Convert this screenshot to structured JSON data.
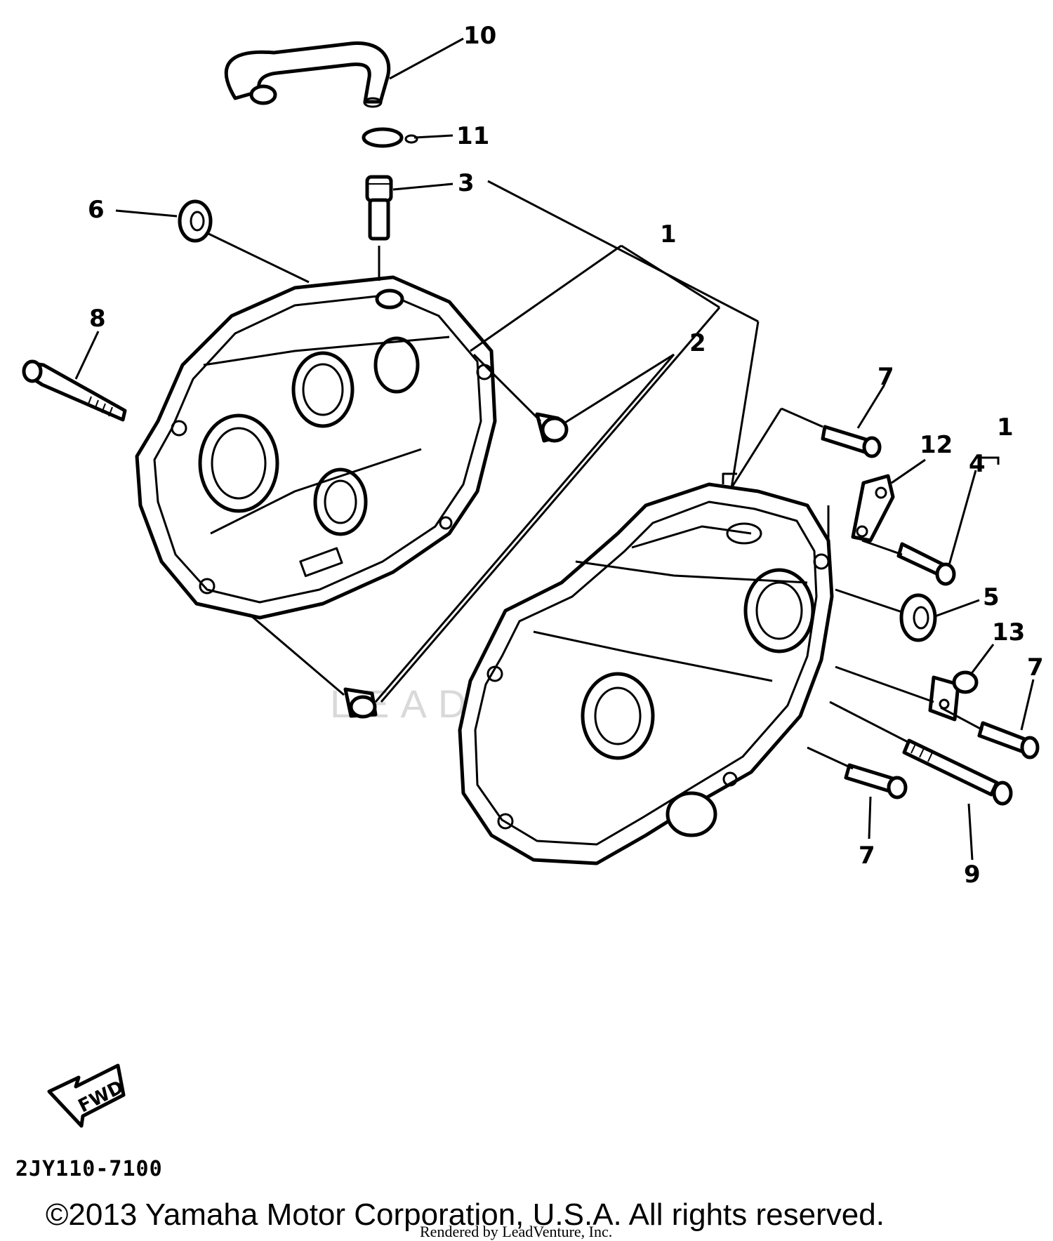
{
  "diagram": {
    "callouts": [
      {
        "id": "c10",
        "label": "10"
      },
      {
        "id": "c11",
        "label": "11"
      },
      {
        "id": "c3",
        "label": "3"
      },
      {
        "id": "c6",
        "label": "6"
      },
      {
        "id": "c1a",
        "label": "1"
      },
      {
        "id": "c8",
        "label": "8"
      },
      {
        "id": "c2",
        "label": "2"
      },
      {
        "id": "c7a",
        "label": "7"
      },
      {
        "id": "c12",
        "label": "12"
      },
      {
        "id": "c1b",
        "label": "1"
      },
      {
        "id": "c4",
        "label": "4"
      },
      {
        "id": "c5",
        "label": "5"
      },
      {
        "id": "c13",
        "label": "13"
      },
      {
        "id": "c7b",
        "label": "7"
      },
      {
        "id": "c7c",
        "label": "7"
      },
      {
        "id": "c9",
        "label": "9"
      }
    ],
    "fwd_label": "FWD",
    "part_code": "2JY110-7100",
    "watermark": "LEADVENTURE",
    "copyright": "©2013 Yamaha Motor Corporation, U.S.A. All rights reserved.",
    "render_credit": "Rendered by LeadVenture, Inc."
  }
}
